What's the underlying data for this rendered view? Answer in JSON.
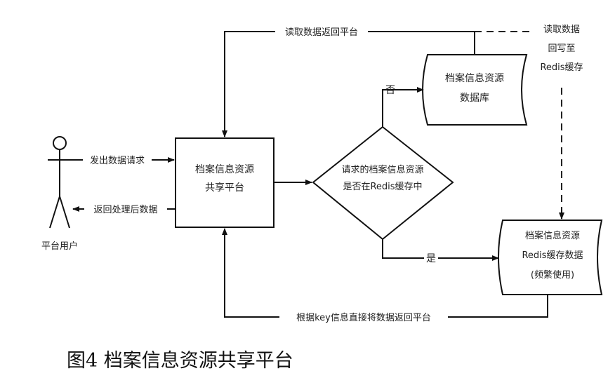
{
  "caption": "图4 档案信息资源共享平台",
  "actor": {
    "label": "平台用户"
  },
  "nodes": {
    "platform": {
      "line1": "档案信息资源",
      "line2": "共享平台"
    },
    "decision": {
      "line1": "请求的档案信息资源",
      "line2": "是否在Redis缓存中"
    },
    "database": {
      "line1": "档案信息资源",
      "line2": "数据库"
    },
    "cache": {
      "line1": "档案信息资源",
      "line2": "Redis缓存数据",
      "line3": "(频繁使用)"
    }
  },
  "edges": {
    "send_request": "发出数据请求",
    "return_processed": "返回处理后数据",
    "read_return": "读取数据返回平台",
    "read_writeback": {
      "line1": "读取数据",
      "line2": "回写至",
      "line3": "Redis缓存"
    },
    "no": "否",
    "yes": "是",
    "by_key": "根据key信息直接将数据返回平台"
  }
}
